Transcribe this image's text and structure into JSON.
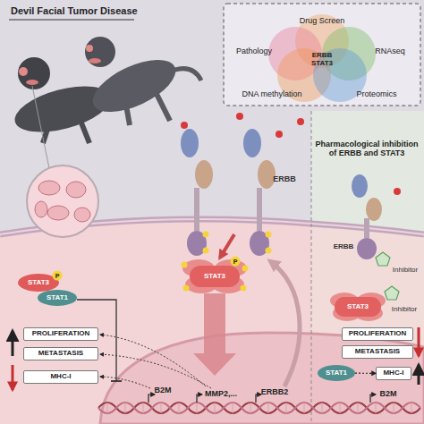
{
  "diagram": {
    "title": "Devil Facial Tumor Disease",
    "nodes": [
      {
        "text": [
          "Drug Screen"
        ]
      },
      {
        "text": [
          "Pathology"
        ]
      },
      {
        "text": [
          "RNAseq"
        ]
      },
      {
        "text": [
          "DNA methylation"
        ]
      },
      {
        "text": [
          "Proteomics"
        ]
      },
      {
        "text": [
          "STAT3"
        ]
      },
      {
        "text": [
          "STAT1"
        ]
      },
      {
        "text": [
          "STAT3"
        ]
      },
      {
        "text": [
          "PROLIFERATION"
        ]
      },
      {
        "text": [
          "METASTASIS"
        ]
      },
      {
        "text": [
          "MHC-I"
        ]
      },
      {
        "text": [
          "STAT3"
        ]
      },
      {
        "text": [
          "PROLIFERATION"
        ]
      },
      {
        "text": [
          "METASTASIS"
        ]
      },
      {
        "text": [
          "STAT1"
        ]
      },
      {
        "text": [
          "MHC-I"
        ]
      }
    ],
    "edges": [
      {
        "from": 14,
        "to": 15,
        "arrow": "to"
      }
    ],
    "labels": [
      "ERBB STAT3",
      "ERBB",
      "P",
      "P",
      "B2M",
      "MMP2,...",
      "ERBB2",
      "Pharmacological inhibition of ERBB and STAT3",
      "ERBB",
      "Inhibitor",
      "Inhibitor",
      "B2M"
    ]
  }
}
